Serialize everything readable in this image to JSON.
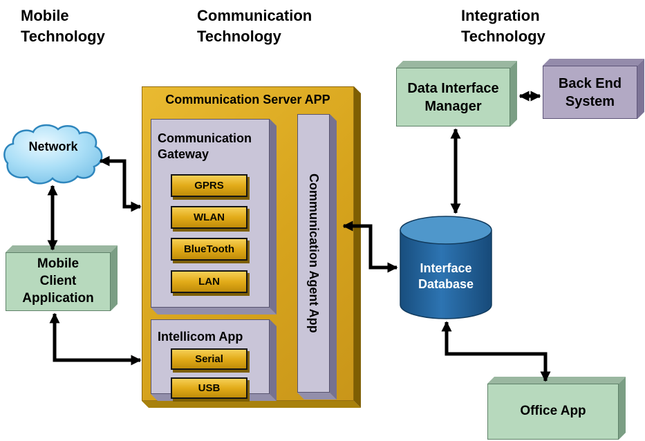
{
  "headers": {
    "mobile": "Mobile Technology",
    "communication": "Communication Technology",
    "integration": "Integration Technology"
  },
  "server": {
    "title": "Communication Server APP",
    "gateway": {
      "label": "Communication Gateway",
      "ports": [
        "GPRS",
        "WLAN",
        "BlueTooth",
        "LAN"
      ]
    },
    "intellicom": {
      "label": "Intellicom App",
      "ports": [
        "Serial",
        "USB"
      ]
    },
    "agent": {
      "label": "Communication Agent App"
    }
  },
  "nodes": {
    "network": "Network",
    "mobile_client": "Mobile Client Application",
    "data_interface_manager": "Data Interface Manager",
    "back_end_system": "Back End System",
    "interface_database": "Interface Database",
    "office_app": "Office App"
  },
  "colors": {
    "gold_face": "#d7a41d",
    "gold_dark": "#7e5e02",
    "panel_face": "#c9c5d8",
    "green_face": "#b7d9bd",
    "purple_face": "#b2a9c4",
    "db_blue": "#1f5f98",
    "cloud_blue": "#a9def7",
    "arrow_black": "#000000"
  }
}
